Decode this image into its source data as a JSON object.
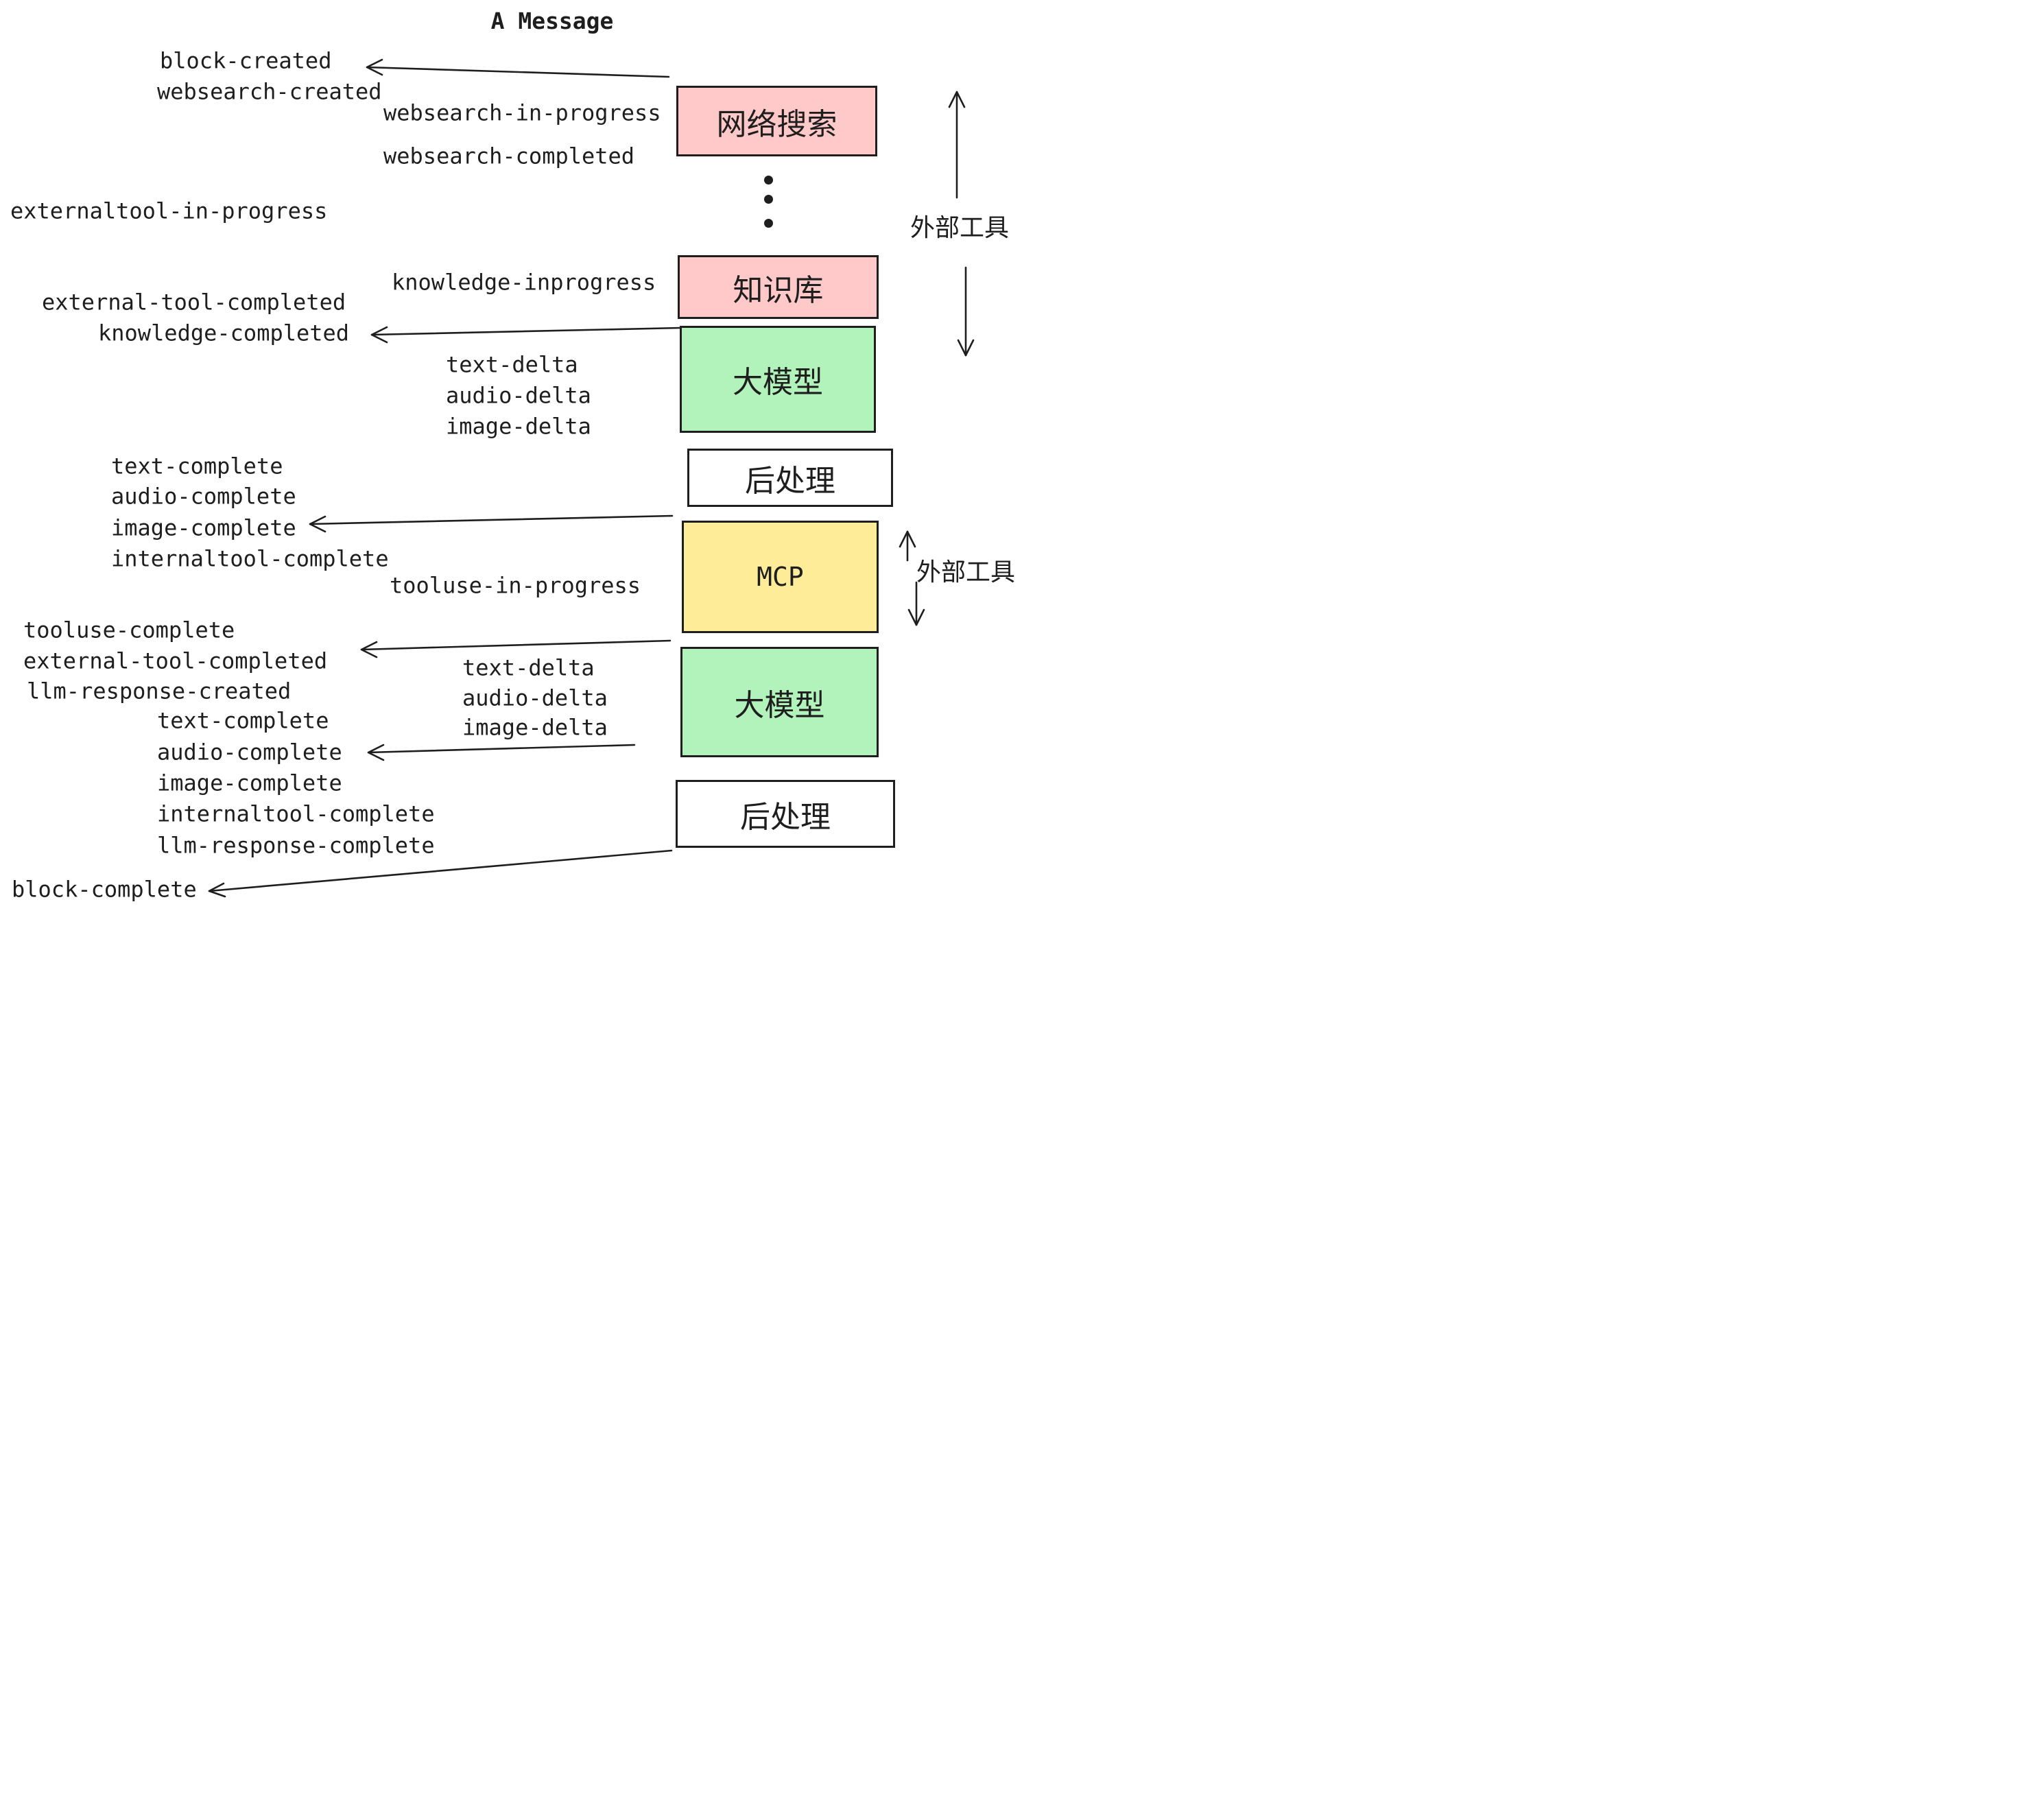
{
  "title": "A Message",
  "colors": {
    "node_pink": "#ffc9c9",
    "node_green": "#b2f2bb",
    "node_yellow": "#ffec99",
    "node_white": "#ffffff",
    "ink": "#1e1e1e"
  },
  "nodes": [
    {
      "id": "web-search",
      "label": "网络搜索",
      "color": "#ffc9c9"
    },
    {
      "id": "knowledge-base",
      "label": "知识库",
      "color": "#ffc9c9"
    },
    {
      "id": "llm-1",
      "label": "大模型",
      "color": "#b2f2bb"
    },
    {
      "id": "post-process-1",
      "label": "后处理",
      "color": "#ffffff"
    },
    {
      "id": "mcp",
      "label": "MCP",
      "color": "#ffec99"
    },
    {
      "id": "llm-2",
      "label": "大模型",
      "color": "#b2f2bb"
    },
    {
      "id": "post-process-2",
      "label": "后处理",
      "color": "#ffffff"
    }
  ],
  "side_labels": [
    {
      "id": "external-tools-top",
      "label": "外部工具"
    },
    {
      "id": "external-tools-bottom",
      "label": "外部工具"
    }
  ],
  "ellipsis_dots": 3,
  "events": [
    {
      "text": "block-created"
    },
    {
      "text": "websearch-created"
    },
    {
      "text": "websearch-in-progress"
    },
    {
      "text": "websearch-completed"
    },
    {
      "text": "externaltool-in-progress"
    },
    {
      "text": "knowledge-inprogress"
    },
    {
      "text": "external-tool-completed"
    },
    {
      "text": "knowledge-completed"
    },
    {
      "text": "text-delta"
    },
    {
      "text": "audio-delta"
    },
    {
      "text": "image-delta"
    },
    {
      "text": "text-complete"
    },
    {
      "text": "audio-complete"
    },
    {
      "text": "image-complete"
    },
    {
      "text": "internaltool-complete"
    },
    {
      "text": "tooluse-in-progress"
    },
    {
      "text": "tooluse-complete"
    },
    {
      "text": "external-tool-completed"
    },
    {
      "text": "llm-response-created"
    },
    {
      "text": "text-delta"
    },
    {
      "text": "audio-delta"
    },
    {
      "text": "image-delta"
    },
    {
      "text": "text-complete"
    },
    {
      "text": "audio-complete"
    },
    {
      "text": "image-complete"
    },
    {
      "text": "internaltool-complete"
    },
    {
      "text": "llm-response-complete"
    },
    {
      "text": "block-complete"
    }
  ]
}
